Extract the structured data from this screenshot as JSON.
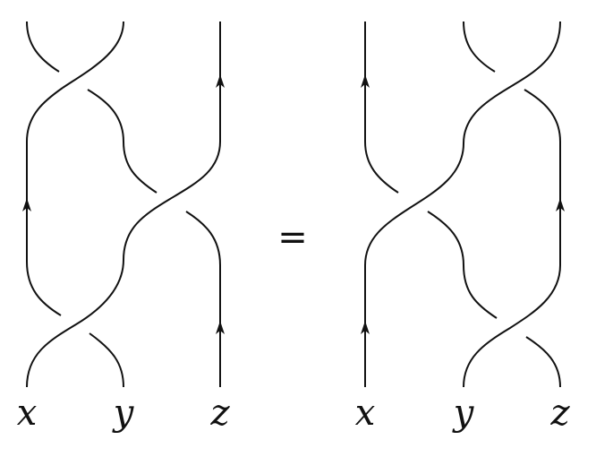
{
  "diagram": {
    "left": {
      "labels": [
        "x",
        "y",
        "z"
      ]
    },
    "relation": "=",
    "right": {
      "labels": [
        "x",
        "y",
        "z"
      ]
    }
  }
}
